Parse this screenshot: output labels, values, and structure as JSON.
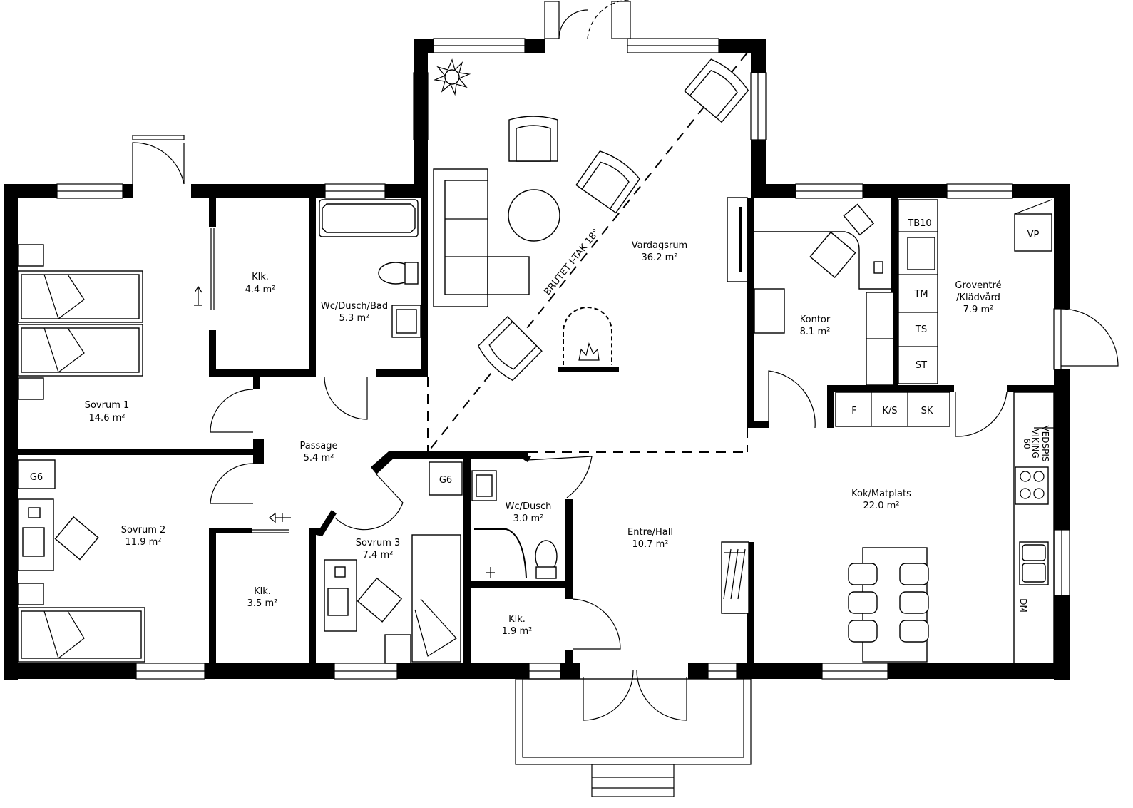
{
  "rooms": {
    "sovrum1": {
      "name": "Sovrum 1",
      "area": "14.6 m²"
    },
    "klk1": {
      "name": "Klk.",
      "area": "4.4 m²"
    },
    "wc_bad": {
      "name": "Wc/Dusch/Bad",
      "area": "5.3 m²"
    },
    "vardagsrum": {
      "name": "Vardagsrum",
      "area": "36.2 m²"
    },
    "kontor": {
      "name": "Kontor",
      "area": "8.1 m²"
    },
    "groventre": {
      "name_line1": "Groventré",
      "name_line2": "/Klädvård",
      "area": "7.9 m²"
    },
    "passage": {
      "name": "Passage",
      "area": "5.4 m²"
    },
    "sovrum2": {
      "name": "Sovrum 2",
      "area": "11.9 m²"
    },
    "klk2": {
      "name": "Klk.",
      "area": "3.5 m²"
    },
    "sovrum3": {
      "name": "Sovrum 3",
      "area": "7.4 m²"
    },
    "wc_dusch": {
      "name": "Wc/Dusch",
      "area": "3.0 m²"
    },
    "klk3": {
      "name": "Klk.",
      "area": "1.9 m²"
    },
    "entre": {
      "name": "Entre/Hall",
      "area": "10.7 m²"
    },
    "kok": {
      "name": "Kok/Matplats",
      "area": "22.0 m²"
    }
  },
  "annotations": {
    "ceiling": "BRUTET I-TAK 18°"
  },
  "fixtures": {
    "tb10": "TB10",
    "tm": "TM",
    "ts": "TS",
    "st": "ST",
    "vp": "VP",
    "f": "F",
    "ks": "K/S",
    "sk": "SK",
    "g6_a": "G6",
    "g6_b": "G6",
    "vedspis_line1": "VEDSPIS",
    "vedspis_line2": "VIKING",
    "vedspis_line3": "60",
    "dm": "DM"
  }
}
